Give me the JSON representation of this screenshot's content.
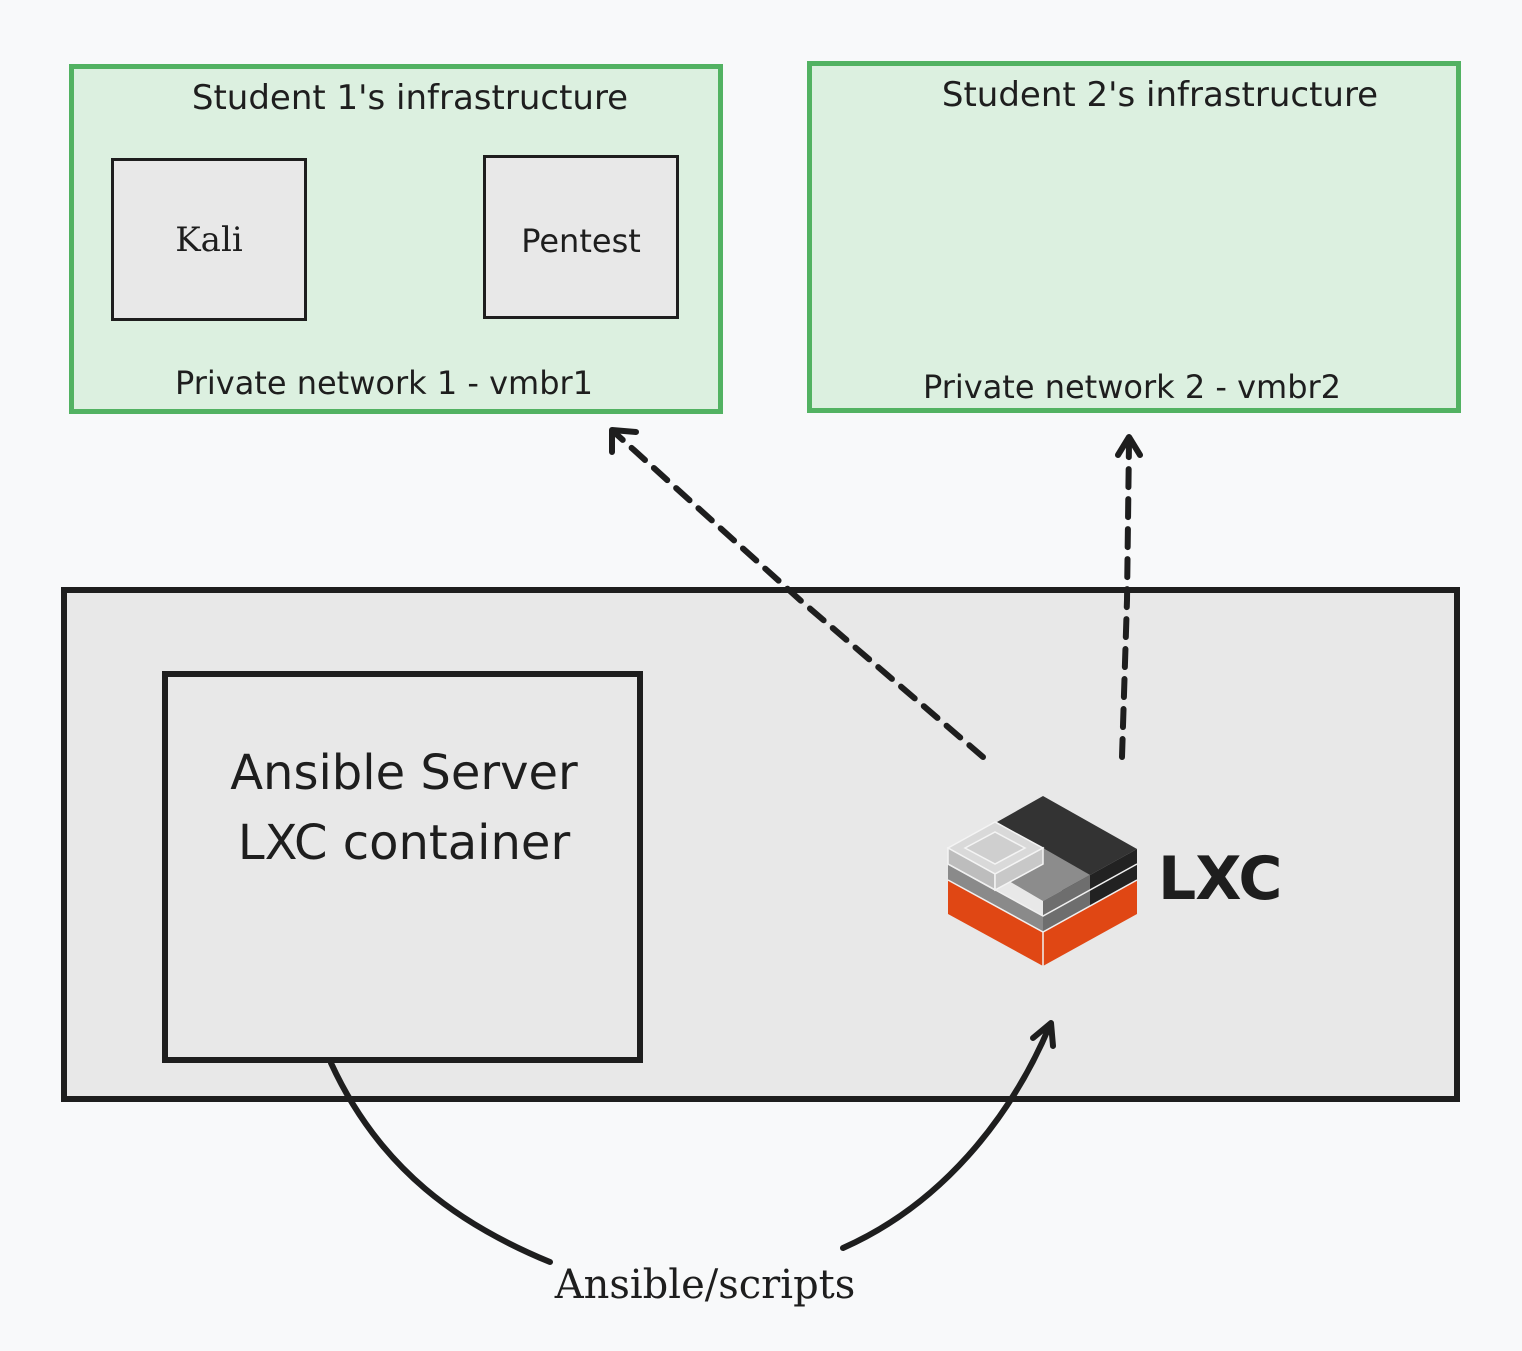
{
  "student1": {
    "title": "Student 1's infrastructure",
    "network_label": "Private network 1 - vmbr1",
    "vms": [
      "Kali",
      "Pentest"
    ]
  },
  "student2": {
    "title": "Student 2's infrastructure",
    "network_label": "Private network 2 - vmbr2"
  },
  "host": {
    "ansible_line1": "Ansible Server",
    "ansible_line2": "LXC container",
    "lxc_logo_text": "LXC"
  },
  "flow_label": "Ansible/scripts",
  "colors": {
    "network_fill": "#dcf0e0",
    "network_border": "#52b262",
    "box_fill": "#e8e8e8",
    "stroke": "#1e1e1e",
    "lxc_orange": "#e04714",
    "lxc_dark": "#333333"
  }
}
